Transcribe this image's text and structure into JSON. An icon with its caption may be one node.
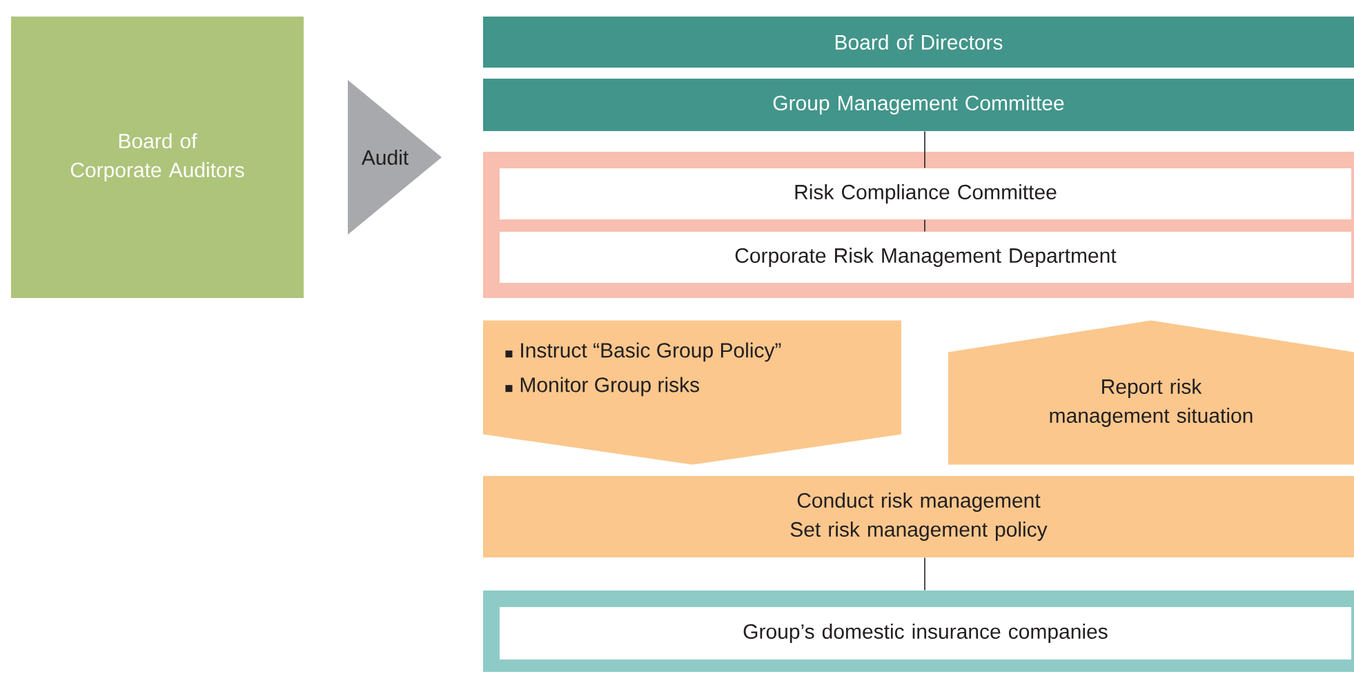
{
  "diagram": {
    "nodes": [
      {
        "text": [
          "Board of Corporate Auditors"
        ]
      },
      {
        "text": [
          "Audit"
        ]
      },
      {
        "text": [
          "Board of Directors"
        ]
      },
      {
        "text": [
          "Group Management Committee"
        ]
      },
      {
        "text": [],
        "shape": "box"
      },
      {
        "text": [
          "Risk Compliance Committee"
        ],
        "in": 4
      },
      {
        "text": [
          "Corporate Risk Management Department"
        ],
        "in": 4
      },
      {
        "text": [
          "Instruct “Basic Group Policy”",
          "Monitor Group risks"
        ]
      },
      {
        "text": [
          "Report risk management situation"
        ]
      },
      {
        "text": [
          "Conduct risk management",
          "Set risk management policy"
        ]
      },
      {
        "text": [],
        "shape": "box"
      },
      {
        "text": [
          "Group’s domestic insurance companies"
        ],
        "in": 10
      }
    ],
    "edges": [
      {
        "from": 3,
        "to": 5,
        "arrow": "none"
      },
      {
        "from": 5,
        "to": 6,
        "arrow": "none"
      },
      {
        "from": 9,
        "to": 10,
        "arrow": "none"
      },
      {
        "from": 6,
        "to": 9,
        "arrow": "to"
      },
      {
        "from": 9,
        "to": 6,
        "arrow": "to"
      }
    ]
  }
}
